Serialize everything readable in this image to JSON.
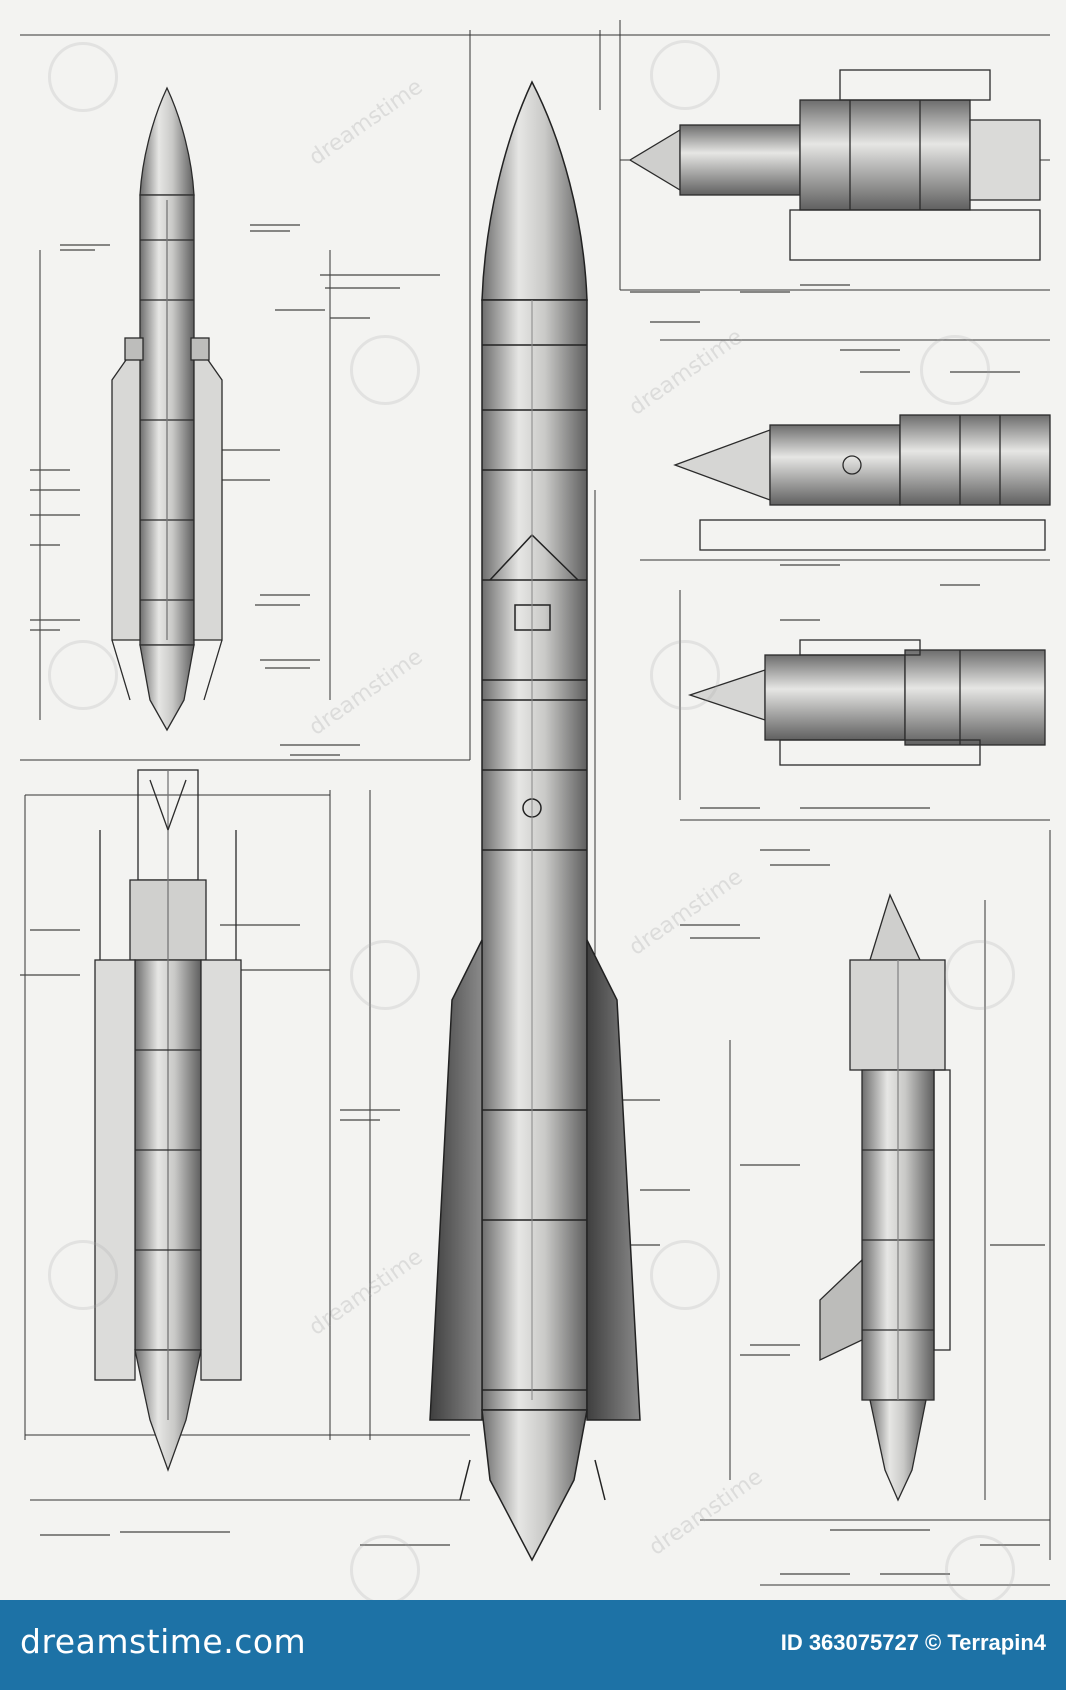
{
  "watermark": {
    "text": "dreamstime"
  },
  "footer": {
    "logo_text": "dreamstime.com",
    "credit_text": "ID 363075727 © Terrapin4"
  },
  "colors": {
    "footer_background": "#1d72a6",
    "sheet_background": "#f3f3f1",
    "ink": "#2b2b2b"
  }
}
